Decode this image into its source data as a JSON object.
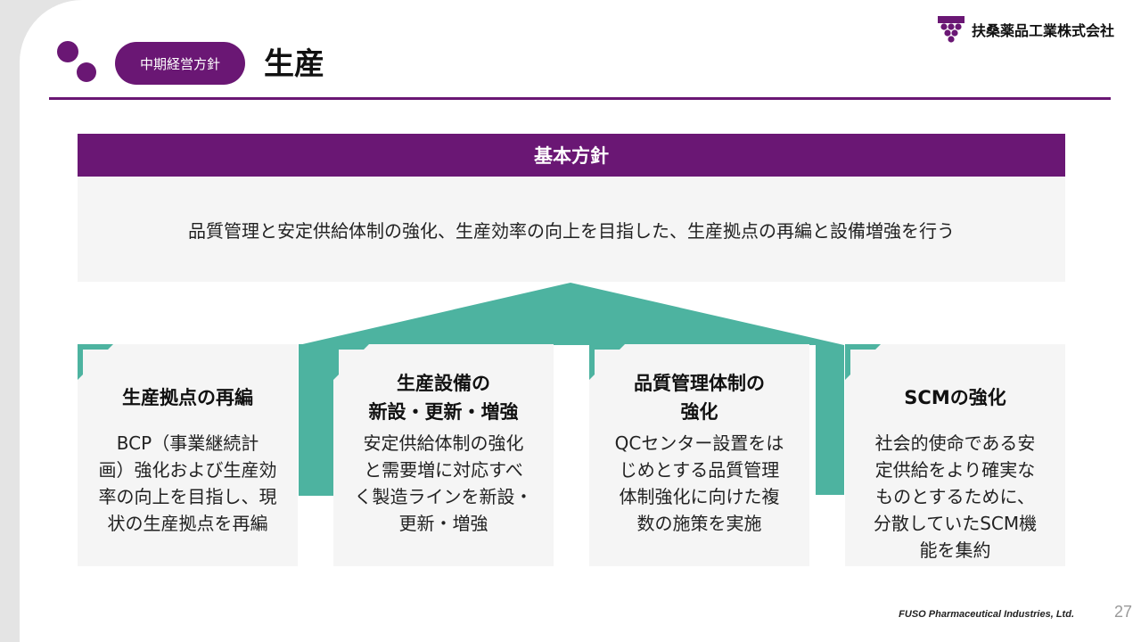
{
  "header": {
    "tag": "中期経営方針",
    "title": "生産",
    "company_name": "扶桑薬品工業株式会社"
  },
  "policy": {
    "heading": "基本方針",
    "text": "品質管理と安定供給体制の強化、生産効率の向上を目指した、生産拠点の再編と設備増強を行う"
  },
  "pillars": [
    {
      "title": [
        "生産拠点の再編"
      ],
      "body": [
        "BCP（事業継続計",
        "画）強化および生産効",
        "率の向上を目指し、現",
        "状の生産拠点を再編"
      ]
    },
    {
      "title": [
        "生産設備の",
        "新設・更新・増強"
      ],
      "body": [
        "安定供給体制の強化",
        "と需要増に対応すべ",
        "く製造ラインを新設・",
        "更新・増強"
      ]
    },
    {
      "title": [
        "品質管理体制の",
        "強化"
      ],
      "body": [
        "QCセンター設置をは",
        "じめとする品質管理",
        "体制強化に向けた複",
        "数の施策を実施"
      ]
    },
    {
      "title": [
        "SCMの強化"
      ],
      "body": [
        "社会的使命である安",
        "定供給をより確実な",
        "ものとするために、",
        "分散していたSCM機",
        "能を集約"
      ]
    }
  ],
  "footer": {
    "brand": "FUSO Pharmaceutical Industries, Ltd.",
    "page": "27"
  },
  "colors": {
    "purple": "#6a1774",
    "teal": "#4db3a0",
    "panel": "#f5f5f5"
  },
  "icons": {
    "logo": "grape-logo-icon",
    "pillar_corner": "corner-bracket-icon"
  }
}
